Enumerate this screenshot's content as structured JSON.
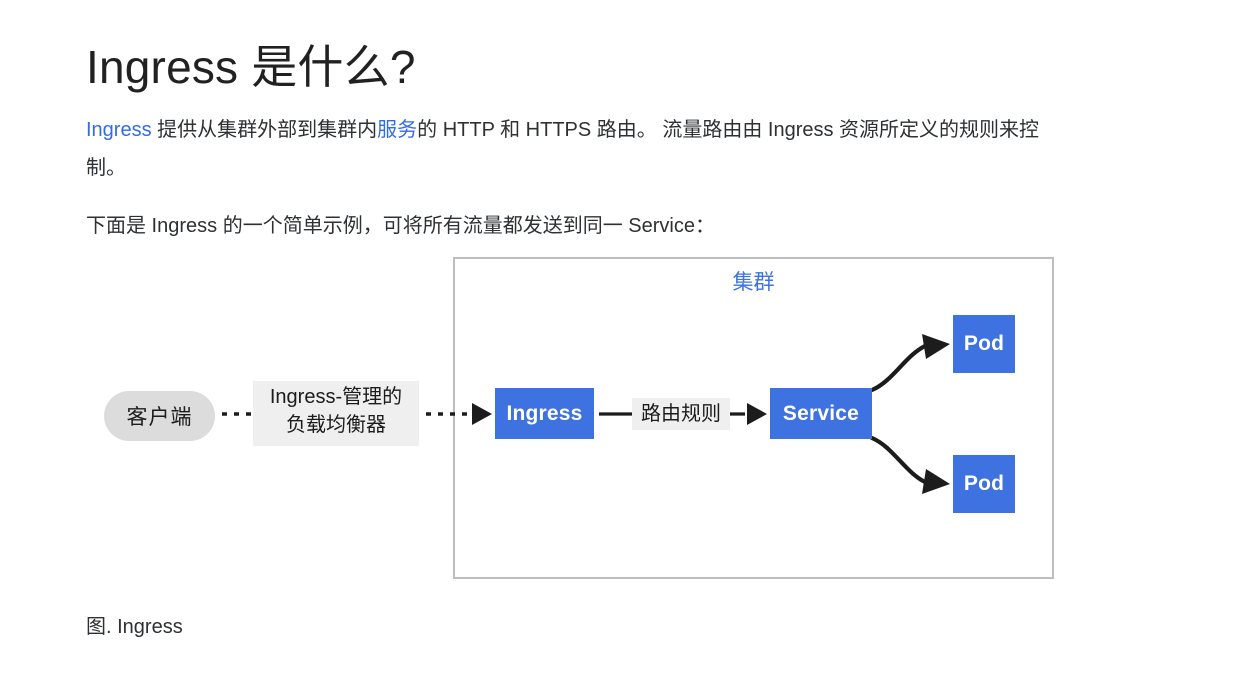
{
  "page": {
    "title": "Ingress 是什么?",
    "caption": "图. Ingress"
  },
  "paragraphs": {
    "p1": {
      "link_ingress": "Ingress",
      "text_a": " 提供从集群外部到集群内",
      "link_service": "服务",
      "text_b": "的 HTTP 和 HTTPS 路由。 流量路由由 Ingress 资源所定义的规则来控制。"
    },
    "p2": {
      "text": "下面是 Ingress 的一个简单示例，可将所有流量都发送到同一 Service："
    }
  },
  "diagram": {
    "cluster_label": "集群",
    "client_label": "客户端",
    "lb_label_line1": "Ingress-管理的",
    "lb_label_line2": "负载均衡器",
    "ingress_label": "Ingress",
    "rule_label": "路由规则",
    "service_label": "Service",
    "pod_top_label": "Pod",
    "pod_bottom_label": "Pod"
  },
  "colors": {
    "brand_blue": "#3d72e0",
    "link_blue": "#326ce5",
    "cluster_border": "#bcbec0",
    "client_fill": "#dcdcdc",
    "label_fill": "#efefef",
    "text": "#212121",
    "arrow": "#1c1c1c"
  }
}
